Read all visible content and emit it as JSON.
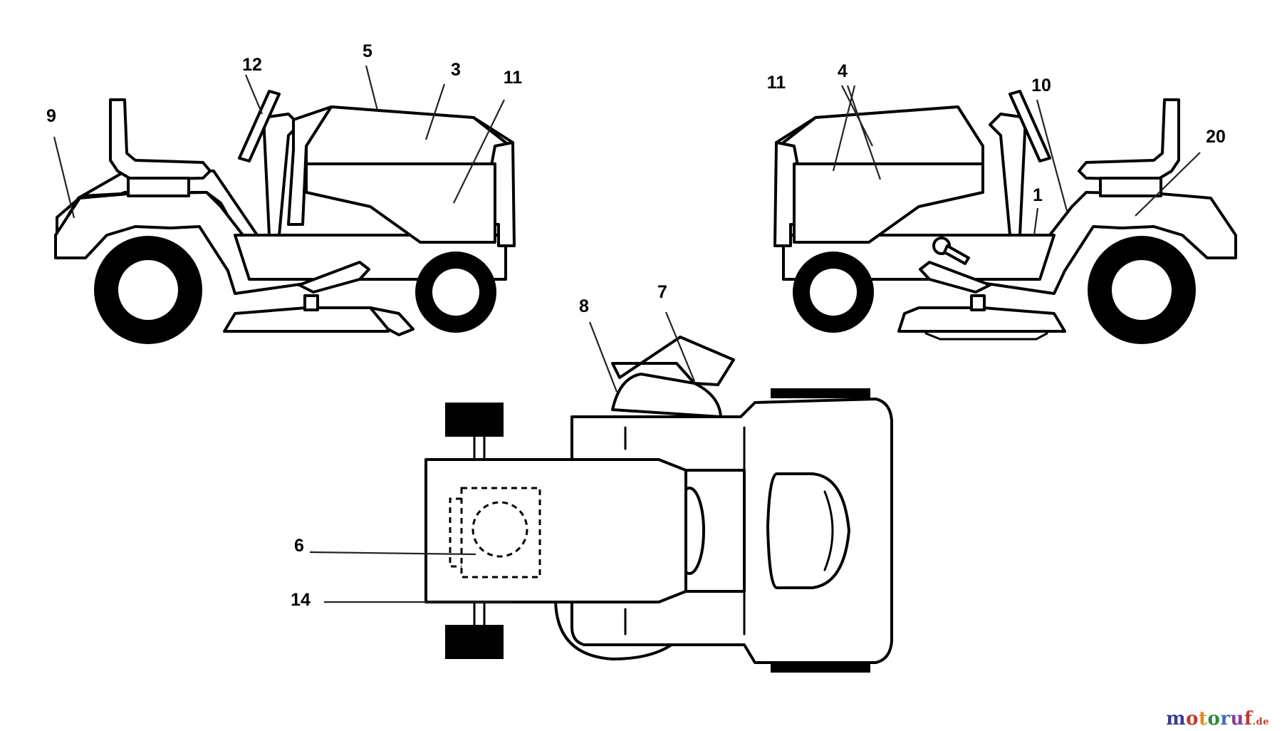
{
  "diagram": {
    "callouts": [
      "12",
      "5",
      "3",
      "11",
      "9",
      "11",
      "4",
      "10",
      "20",
      "1",
      "8",
      "7",
      "6",
      "14"
    ]
  },
  "watermark": {
    "letters": [
      "m",
      "o",
      "t",
      "o",
      "r",
      "u",
      "f"
    ],
    "letter_colors": [
      "#3a3a9a",
      "#c0392b",
      "#e08a1e",
      "#2a8a3a",
      "#3a6fc0",
      "#8a3aa0",
      "#c0392b"
    ],
    "suffix": ".de"
  }
}
